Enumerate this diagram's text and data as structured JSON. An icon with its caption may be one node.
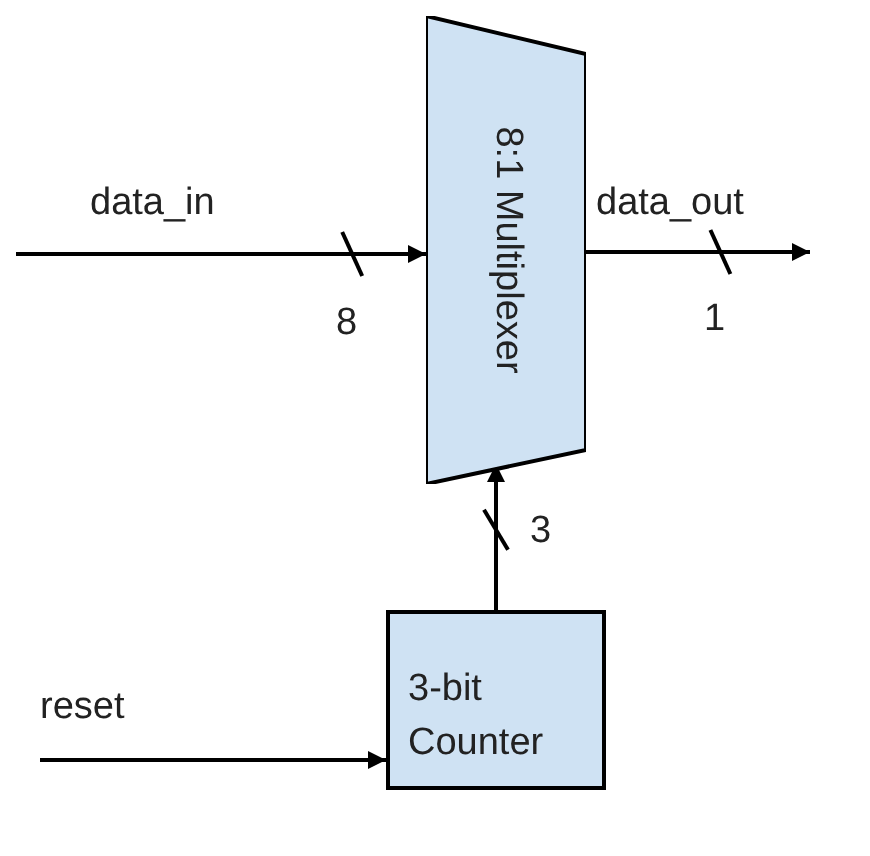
{
  "diagram": {
    "nodes": [
      {
        "text": [
          "8:1 Multiplexer"
        ]
      },
      {
        "text": [
          "3-bit Counter"
        ]
      }
    ],
    "edges": [
      {
        "from": null,
        "to": 0,
        "arrow": "to",
        "label": "data_in"
      },
      {
        "from": 0,
        "to": null,
        "arrow": "to",
        "label": "data_out"
      },
      {
        "from": 1,
        "to": 0,
        "arrow": "to"
      },
      {
        "from": null,
        "to": 1,
        "arrow": "to",
        "label": "reset"
      }
    ],
    "labels": [
      "8",
      "1",
      "3"
    ]
  }
}
